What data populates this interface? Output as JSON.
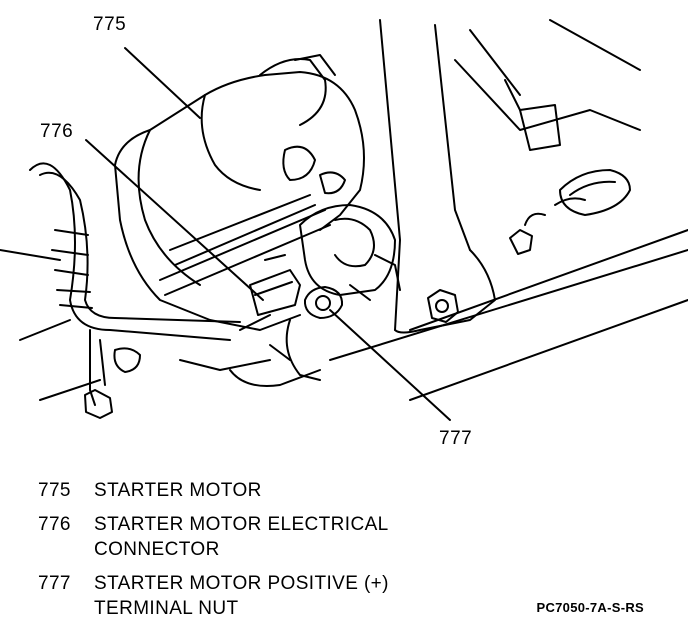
{
  "figure": {
    "callouts": {
      "starter_motor": "775",
      "connector": "776",
      "terminal_nut": "777"
    }
  },
  "legend": [
    {
      "number": "775",
      "description": "STARTER MOTOR"
    },
    {
      "number": "776",
      "description": "STARTER MOTOR ELECTRICAL\nCONNECTOR"
    },
    {
      "number": "777",
      "description": "STARTER MOTOR POSITIVE (+)\nTERMINAL NUT"
    }
  ],
  "figure_code": "PC7050-7A-S-RS"
}
